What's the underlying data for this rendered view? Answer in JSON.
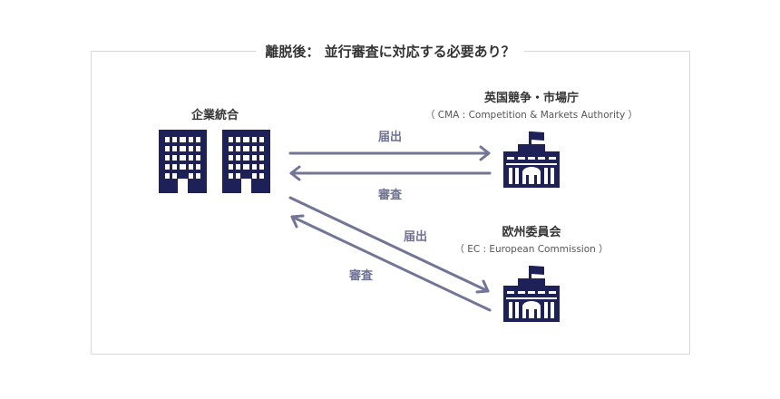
{
  "title": "離脱後： 並行審査に対応する必要あり？",
  "company": {
    "label": "企業統合"
  },
  "cma": {
    "name": "英国競争・市場庁",
    "sub": "（ CMA : Competition & Markets  Authority ）"
  },
  "ec": {
    "name": "欧州委員会",
    "sub": "（ EC : European Commission ）"
  },
  "arrows": {
    "notify_uk": "届出",
    "review_uk": "審査",
    "notify_ec": "届出",
    "review_ec": "審査"
  },
  "colors": {
    "navy": "#1e2157",
    "arrow": "#737596"
  }
}
